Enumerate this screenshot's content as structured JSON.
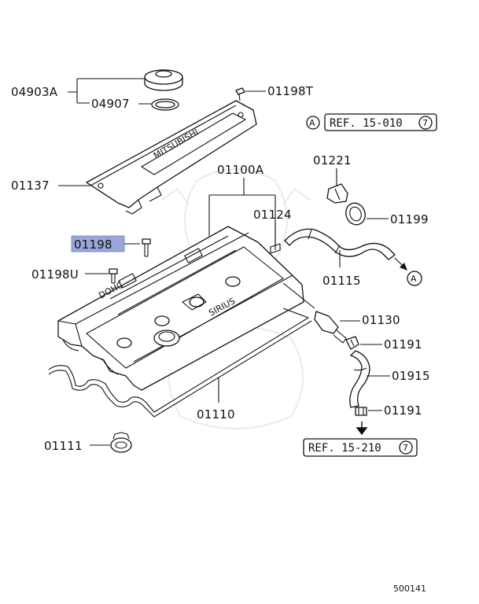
{
  "diagram": {
    "part_labels": {
      "p04903A": "04903A",
      "p04907": "04907",
      "p01198T": "01198T",
      "p01137": "01137",
      "p01100A": "01100A",
      "p01221": "01221",
      "p01124": "01124",
      "p01199": "01199",
      "p01198": "01198",
      "p01198U": "01198U",
      "p01115": "01115",
      "p01130": "01130",
      "p01191a": "01191",
      "p01915": "01915",
      "p01110": "01110",
      "p01191b": "01191",
      "p01111": "01111"
    },
    "references": {
      "top": {
        "marker": "A",
        "text": "REF. 15-010",
        "number": "7"
      },
      "bottom": {
        "text": "REF. 15-210",
        "number": "7"
      }
    },
    "hose_marker": "A",
    "cover_text": "MITSUBISHI",
    "head_text": "DOHC",
    "plate_text": "SIRIUS",
    "figure_number": "500141",
    "highlight_color": "#9aa6d8"
  }
}
